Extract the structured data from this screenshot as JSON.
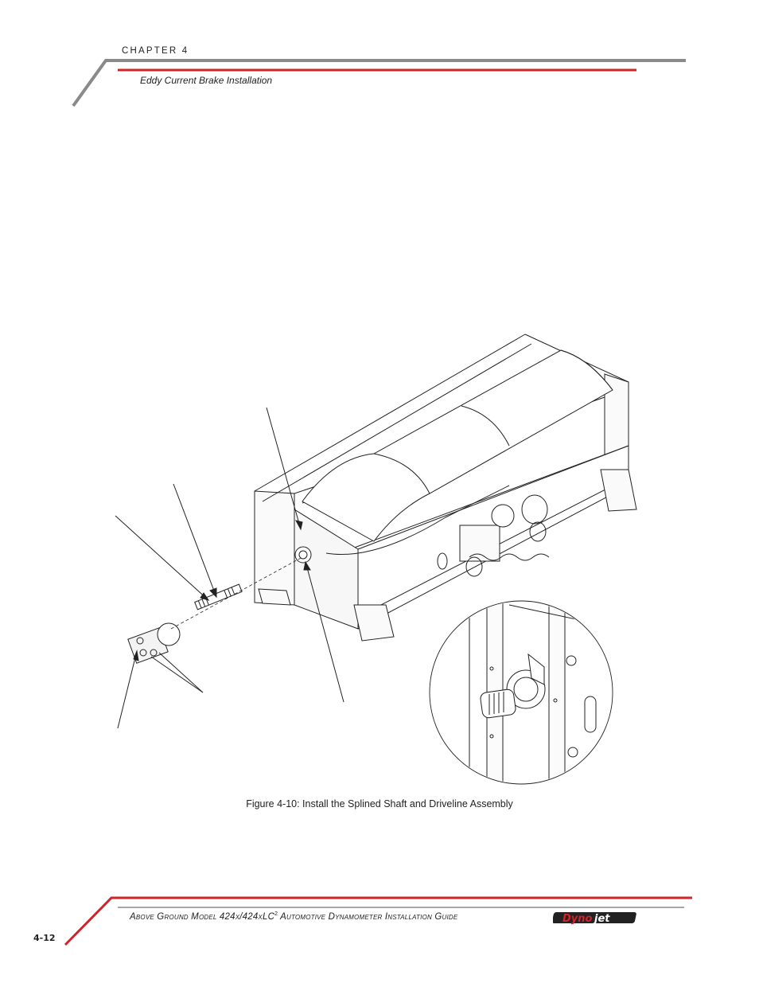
{
  "header": {
    "chapter": "CHAPTER 4",
    "section": "Eddy Current Brake Installation"
  },
  "figure": {
    "caption": "Figure 4-10: Install the Splined Shaft and Driveline Assembly"
  },
  "footer": {
    "title_pre": "Above Ground Model 424x/424xLC",
    "title_sup": "2",
    "title_post": " Automotive Dynamometer Installation Guide",
    "page_number": "4-12",
    "logo_text": "Dynojet"
  },
  "colors": {
    "accent_red": "#d0242b",
    "rule_gray": "#8a8a8a"
  }
}
